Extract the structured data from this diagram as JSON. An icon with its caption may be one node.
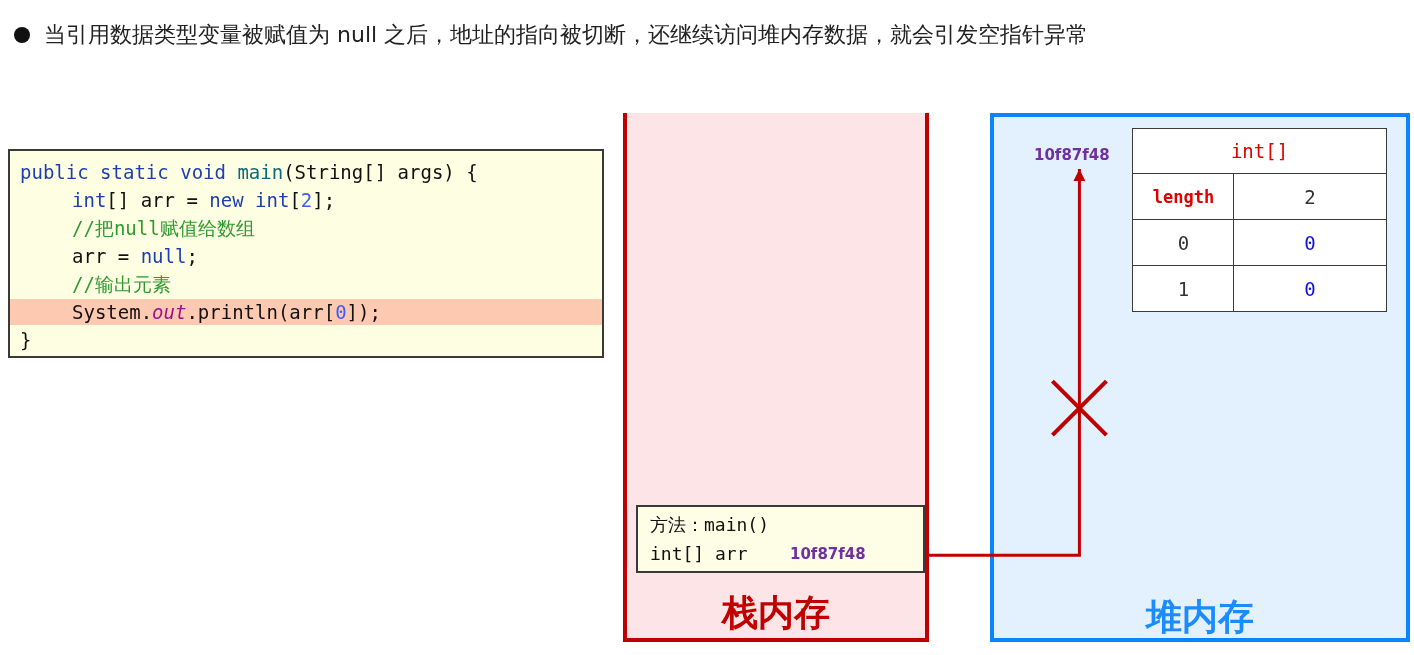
{
  "diagram": {
    "title": "当引用数据类型变量被赋值为 null 之后，地址的指向被切断，还继续访问堆内存数据，就会引发空指针异常",
    "nodes": [
      {
        "text": [
          "public static void main(String[] args) {",
          "int[] arr = new int[2];",
          "//把null赋值给数组",
          "arr = null;",
          "//输出元素",
          "System.out.println(arr[0]);",
          "}"
        ]
      },
      {
        "text": [
          "栈内存"
        ]
      },
      {
        "text": [
          "方法：main()",
          "int[] arr",
          "10f87f48"
        ],
        "in": 1
      },
      {
        "text": [
          "堆内存"
        ]
      },
      {
        "text": [
          "int[]",
          "length",
          "2",
          "0",
          "0",
          "1",
          "0"
        ],
        "in": 3
      },
      {
        "text": [
          "10f87f48"
        ],
        "in": 3
      }
    ],
    "edges": [
      {
        "from": 2,
        "to": 5,
        "arrow": "to"
      }
    ]
  }
}
